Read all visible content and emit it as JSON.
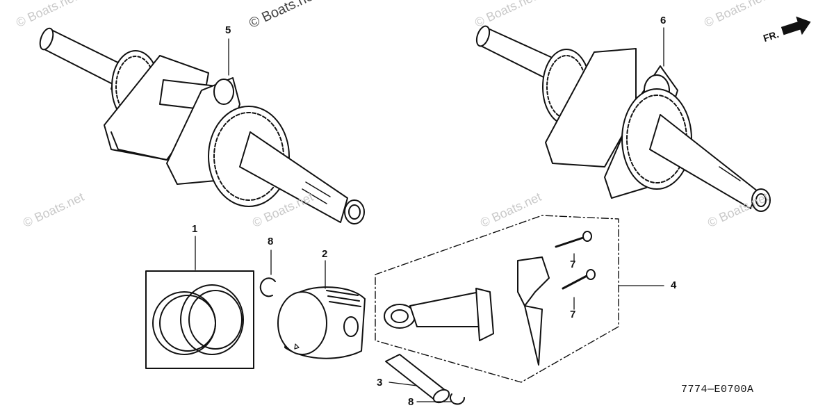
{
  "callouts": {
    "c1": "1",
    "c2": "2",
    "c3": "3",
    "c4": "4",
    "c5": "5",
    "c6": "6",
    "c7a": "7",
    "c7b": "7",
    "c8a": "8",
    "c8b": "8"
  },
  "direction_label": "FR.",
  "diagram_code": "7774—E0700A",
  "watermark": "© Boats.net",
  "colors": {
    "ink": "#111111",
    "watermark": "#c9c9c9",
    "paper": "#ffffff"
  },
  "icons": [
    "front-direction-arrow-icon"
  ]
}
